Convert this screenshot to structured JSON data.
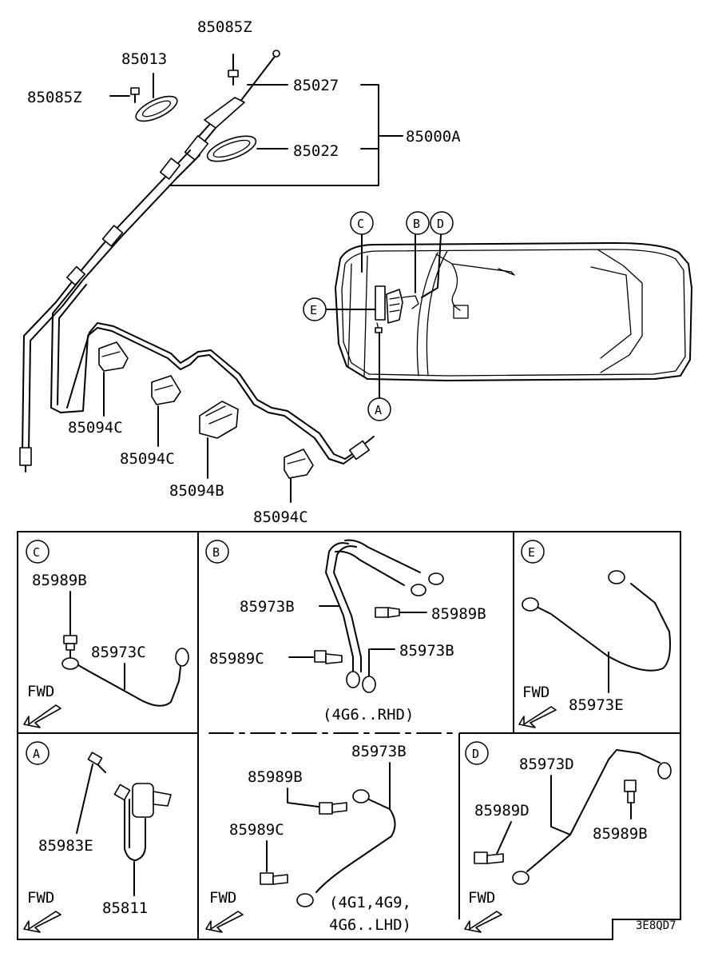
{
  "labels": {
    "p85085z_top": "85085Z",
    "p85013": "85013",
    "p85085z_left": "85085Z",
    "p85027": "85027",
    "p85022": "85022",
    "p85000a": "85000A",
    "p85094c_1": "85094C",
    "p85094c_2": "85094C",
    "p85094b": "85094B",
    "p85094c_3": "85094C"
  },
  "callouts": {
    "c": "C",
    "b": "B",
    "d": "D",
    "e": "E",
    "a": "A"
  },
  "panels": {
    "c": {
      "letter": "C",
      "p1": "85989B",
      "p2": "85973C",
      "fwd": "FWD"
    },
    "b": {
      "letter": "B",
      "p1": "85973B",
      "p2": "85989B",
      "p3": "85989C",
      "p4": "85973B",
      "note": "(4G6..RHD)"
    },
    "e": {
      "letter": "E",
      "p1": "85973E",
      "fwd": "FWD"
    },
    "a": {
      "letter": "A",
      "p1": "85983E",
      "p2": "85811",
      "fwd": "FWD"
    },
    "b2": {
      "p1": "85973B",
      "p2": "85989B",
      "p3": "85989C",
      "note1": "(4G1,4G9,",
      "note2": "4G6..LHD)",
      "fwd": "FWD"
    },
    "d": {
      "letter": "D",
      "p1": "85973D",
      "p2": "85989D",
      "p3": "85989B",
      "fwd": "FWD"
    }
  },
  "diagram_code": "3E8QD7"
}
